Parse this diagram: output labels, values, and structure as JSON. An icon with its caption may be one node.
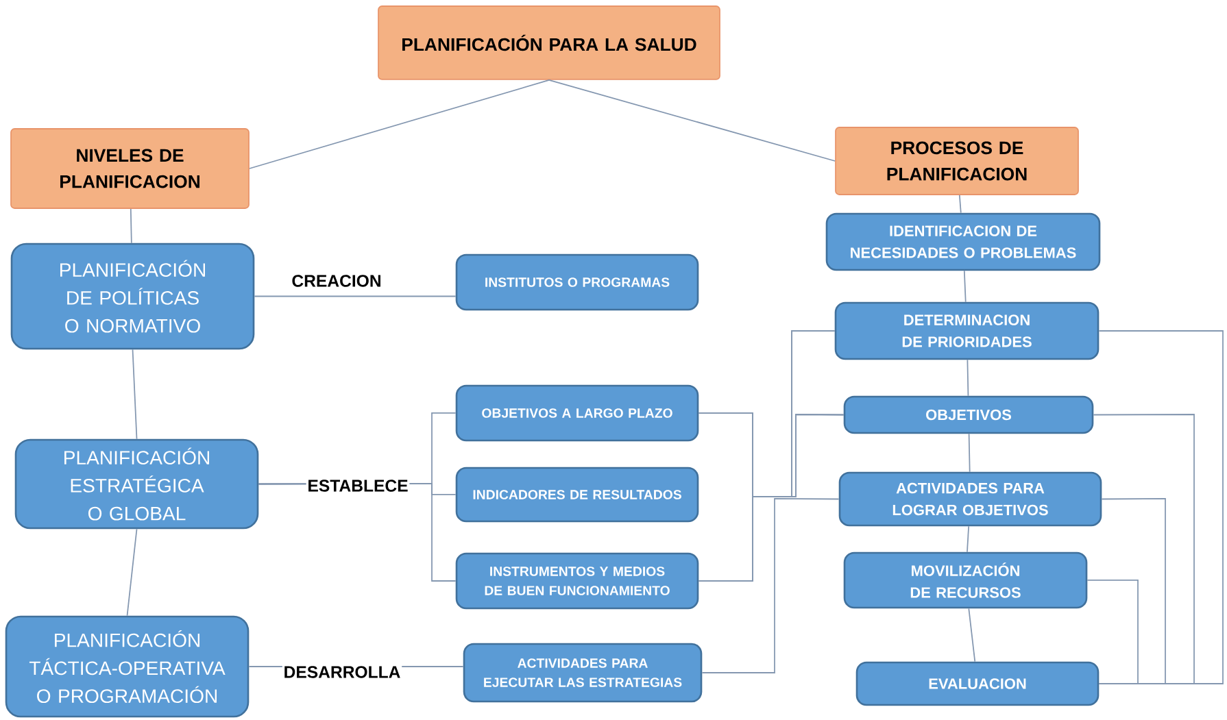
{
  "diagram": {
    "nodes": [
      {
        "text": [
          "PLANIFICACIÓN PARA LA SALUD"
        ]
      },
      {
        "text": [
          "NIVELES DE PLANIFICACION"
        ]
      },
      {
        "text": [
          "PROCESOS DE PLANIFICACION"
        ]
      },
      {
        "text": [
          "PLANIFICACIÓN DE POLÍTICAS O NORMATIVO"
        ]
      },
      {
        "text": [
          "INSTITUTOS O PROGRAMAS"
        ]
      },
      {
        "text": [
          "PLANIFICACIÓN ESTRATÉGICA O GLOBAL"
        ]
      },
      {
        "text": [
          "OBJETIVOS A LARGO PLAZO"
        ]
      },
      {
        "text": [
          "INDICADORES DE RESULTADOS"
        ]
      },
      {
        "text": [
          "INSTRUMENTOS Y MEDIOS DE BUEN FUNCIONAMIENTO"
        ]
      },
      {
        "text": [
          "PLANIFICACIÓN TÁCTICA-OPERATIVA O PROGRAMACIÓN"
        ]
      },
      {
        "text": [
          "ACTIVIDADES PARA EJECUTAR LAS ESTRATEGIAS"
        ]
      },
      {
        "text": [
          "IDENTIFICACION DE NECESIDADES O PROBLEMAS"
        ]
      },
      {
        "text": [
          "DETERMINACION DE PRIORIDADES"
        ]
      },
      {
        "text": [
          "OBJETIVOS"
        ]
      },
      {
        "text": [
          "ACTIVIDADES PARA LOGRAR OBJETIVOS"
        ]
      },
      {
        "text": [
          "MOVILIZACIÓN DE RECURSOS"
        ]
      },
      {
        "text": [
          "EVALUACION"
        ]
      }
    ],
    "edges": [
      {
        "from": 0,
        "to": 1,
        "arrow": "none"
      },
      {
        "from": 0,
        "to": 2,
        "arrow": "none"
      },
      {
        "from": 1,
        "to": 3,
        "arrow": "none"
      },
      {
        "from": 3,
        "to": 5,
        "arrow": "none"
      },
      {
        "from": 5,
        "to": 9,
        "arrow": "none"
      },
      {
        "from": 3,
        "to": 4,
        "label": "CREACION",
        "arrow": "none"
      },
      {
        "from": 5,
        "to": 6,
        "arrow": "none"
      },
      {
        "from": 5,
        "to": 7,
        "label": "ESTABLECE",
        "arrow": "none"
      },
      {
        "from": 5,
        "to": 8,
        "arrow": "none"
      },
      {
        "from": 9,
        "to": 10,
        "label": "DESARROLLA",
        "arrow": "none"
      },
      {
        "from": 6,
        "to": 12,
        "arrow": "none"
      },
      {
        "from": 6,
        "to": 13,
        "arrow": "none"
      },
      {
        "from": 8,
        "to": 12,
        "arrow": "none"
      },
      {
        "from": 8,
        "to": 13,
        "arrow": "none"
      },
      {
        "from": 10,
        "to": 14,
        "arrow": "none"
      },
      {
        "from": 2,
        "to": 11,
        "arrow": "none"
      },
      {
        "from": 11,
        "to": 12,
        "arrow": "none"
      },
      {
        "from": 12,
        "to": 13,
        "arrow": "none"
      },
      {
        "from": 13,
        "to": 14,
        "arrow": "none"
      },
      {
        "from": 14,
        "to": 15,
        "arrow": "none"
      },
      {
        "from": 15,
        "to": 16,
        "arrow": "none"
      },
      {
        "from": 16,
        "to": 12,
        "arrow": "none"
      },
      {
        "from": 16,
        "to": 13,
        "arrow": "none"
      },
      {
        "from": 16,
        "to": 14,
        "arrow": "none"
      },
      {
        "from": 16,
        "to": 15,
        "arrow": "none"
      }
    ]
  }
}
